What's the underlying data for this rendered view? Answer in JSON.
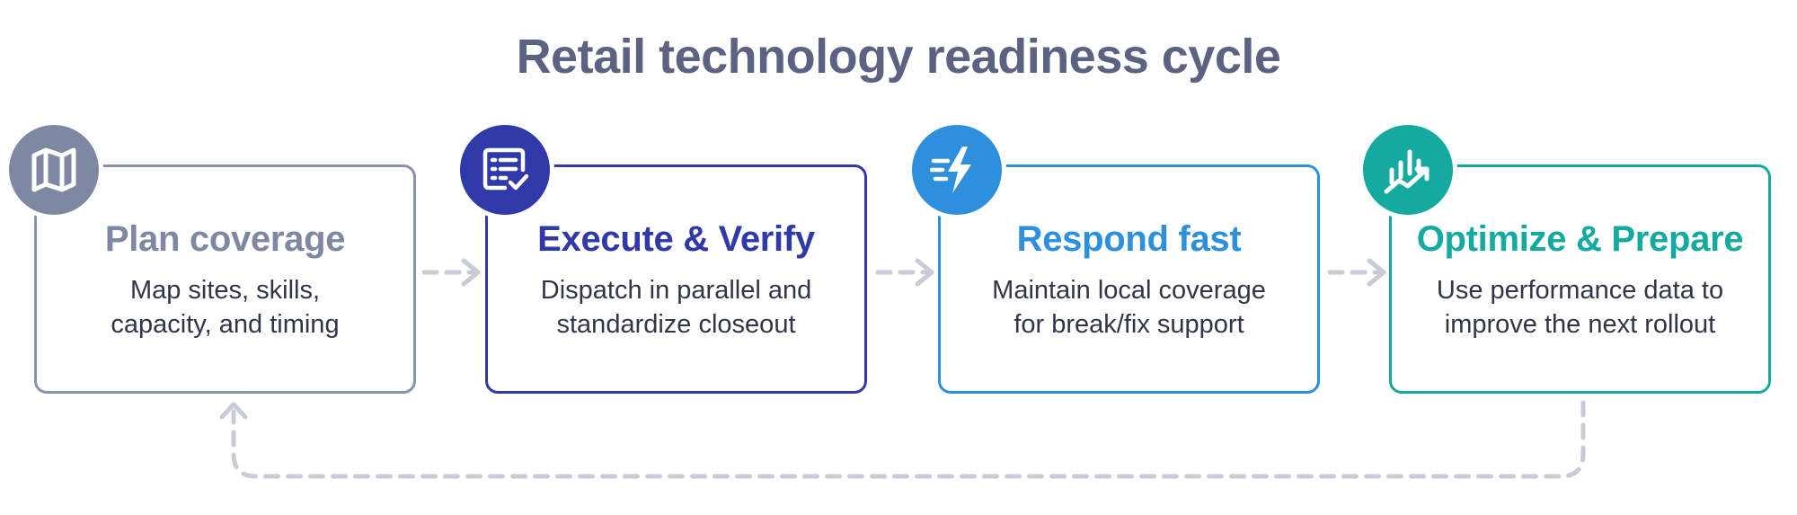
{
  "title": "Retail technology readiness cycle",
  "colors": {
    "title": "#5b6282",
    "step1": "#7f88a3",
    "step2": "#2f39a8",
    "step3": "#2e8fdc",
    "step4": "#15aaa0",
    "connector": "#c8ccd6"
  },
  "steps": [
    {
      "title": "Plan coverage",
      "desc_lines": [
        "Map sites, skills,",
        "capacity, and timing"
      ],
      "icon": "map-icon"
    },
    {
      "title": "Execute & Verify",
      "desc_lines": [
        "Dispatch in parallel and",
        "standardize closeout"
      ],
      "icon": "checklist-icon"
    },
    {
      "title": "Respond fast",
      "desc_lines": [
        "Maintain local coverage",
        "for break/fix support"
      ],
      "icon": "lightning-icon"
    },
    {
      "title": "Optimize & Prepare",
      "desc_lines": [
        "Use performance data to",
        "improve the next rollout"
      ],
      "icon": "analytics-chart-icon"
    }
  ]
}
